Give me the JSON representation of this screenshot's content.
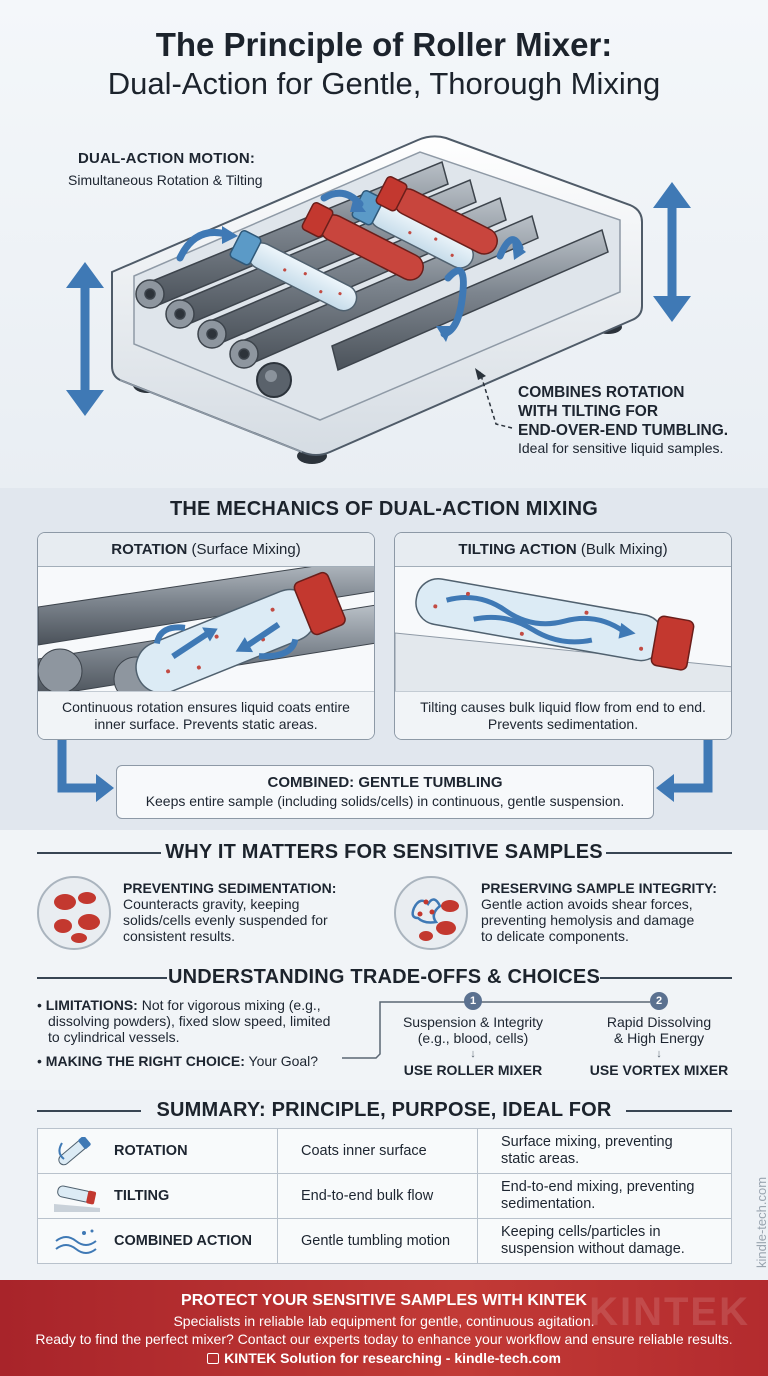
{
  "header": {
    "title_line1": "The Principle of Roller Mixer:",
    "title_line2": "Dual-Action for Gentle, Thorough Mixing",
    "dual_label": "DUAL-ACTION MOTION:",
    "dual_sub": "Simultaneous Rotation & Tilting",
    "combines_l1": "COMBINES ROTATION",
    "combines_l2": "WITH TILTING FOR",
    "combines_l3": "END-OVER-END TUMBLING.",
    "combines_sub": "Ideal for sensitive liquid samples."
  },
  "mechanics": {
    "title": "THE MECHANICS OF DUAL-ACTION MIXING",
    "rotation": {
      "head_bold": "ROTATION",
      "head_rest": " (Surface Mixing)",
      "desc_l1": "Continuous rotation ensures liquid coats entire",
      "desc_l2": "inner surface. Prevents static areas."
    },
    "tilting": {
      "head_bold": "TILTING ACTION",
      "head_rest": " (Bulk Mixing)",
      "desc_l1": "Tilting causes bulk liquid flow from end to end.",
      "desc_l2": "Prevents sedimentation."
    },
    "combined_title": "COMBINED: GENTLE TUMBLING",
    "combined_desc": "Keeps entire sample (including solids/cells) in continuous, gentle suspension."
  },
  "why": {
    "title": "WHY IT MATTERS FOR SENSITIVE SAMPLES",
    "item1_head": "PREVENTING SEDIMENTATION:",
    "item1_l1": "Counteracts gravity, keeping",
    "item1_l2": "solids/cells evenly suspended for",
    "item1_l3": "consistent results.",
    "item2_head": "PRESERVING SAMPLE INTEGRITY:",
    "item2_l1": "Gentle action avoids shear forces,",
    "item2_l2": "preventing hemolysis and damage",
    "item2_l3": "to delicate components."
  },
  "tradeoffs": {
    "title": "UNDERSTANDING TRADE-OFFS & CHOICES",
    "lim_head": "LIMITATIONS:",
    "lim_l1": " Not for vigorous mixing (e.g.,",
    "lim_l2": "dissolving powders), fixed slow speed, limited",
    "lim_l3": "to cylindrical vessels.",
    "choice_head": "MAKING THE RIGHT CHOICE:",
    "choice_rest": " Your Goal?",
    "opt1_num": "1",
    "opt1_l1": "Suspension & Integrity",
    "opt1_l2": "(e.g., blood, cells)",
    "opt1_result": "USE ROLLER MIXER",
    "opt2_num": "2",
    "opt2_l1": "Rapid Dissolving",
    "opt2_l2": "& High Energy",
    "opt2_result": "USE VORTEX MIXER"
  },
  "summary": {
    "title": "SUMMARY: PRINCIPLE, PURPOSE, IDEAL FOR",
    "rows": [
      {
        "principle": "ROTATION",
        "purpose": "Coats inner surface",
        "ideal_l1": "Surface mixing, preventing",
        "ideal_l2": "static areas.",
        "icon": "rotating-tube-icon"
      },
      {
        "principle": "TILTING",
        "purpose": "End-to-end bulk flow",
        "ideal_l1": "End-to-end mixing, preventing",
        "ideal_l2": "sedimentation.",
        "icon": "tilted-tube-icon"
      },
      {
        "principle": "COMBINED ACTION",
        "purpose": "Gentle tumbling motion",
        "ideal_l1": "Keeping cells/particles in",
        "ideal_l2": "suspension without damage.",
        "icon": "flow-waves-icon"
      }
    ],
    "side_text": "kindle-tech.com"
  },
  "footer": {
    "title": "PROTECT YOUR SENSITIVE SAMPLES WITH KINTEK",
    "line1": "Specialists in reliable lab equipment for gentle, continuous agitation.",
    "line2": "Ready to find the perfect mixer? Contact our experts today to enhance your workflow and ensure reliable results.",
    "line3": "KINTEK Solution for researching - kindle-tech.com",
    "watermark": "KINTEK"
  },
  "colors": {
    "accent_blue": "#3f79b5",
    "blood_red": "#b8322c",
    "brand_red": "#b32b2e",
    "roller_gray": "#7b838c"
  }
}
